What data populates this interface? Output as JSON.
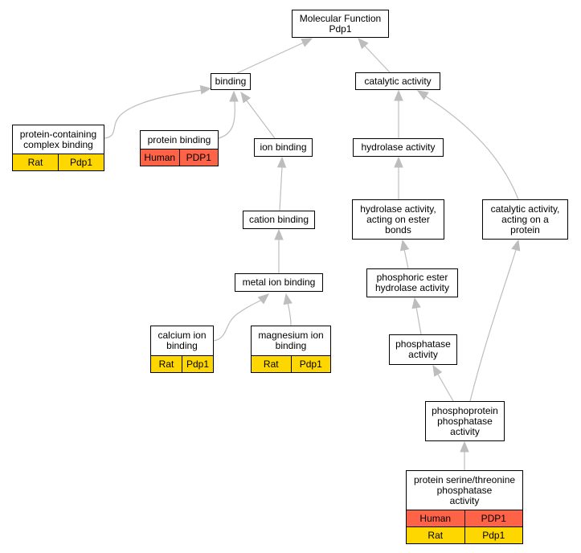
{
  "palette": {
    "human": "#ff6347",
    "rat": "#ffd700",
    "edge": "#bdbdbd"
  },
  "nodes": {
    "root": {
      "label": "Molecular Function\nPdp1",
      "annotations": []
    },
    "binding": {
      "label": "binding",
      "annotations": []
    },
    "catalytic": {
      "label": "catalytic activity",
      "annotations": []
    },
    "complex_binding": {
      "label": "protein-containing\ncomplex binding",
      "annotations": [
        {
          "species": "Rat",
          "gene": "Pdp1"
        }
      ]
    },
    "protein_binding": {
      "label": "protein binding",
      "annotations": [
        {
          "species": "Human",
          "gene": "PDP1"
        }
      ]
    },
    "ion_binding": {
      "label": "ion binding",
      "annotations": []
    },
    "hydrolase": {
      "label": "hydrolase activity",
      "annotations": []
    },
    "cation_binding": {
      "label": "cation binding",
      "annotations": []
    },
    "hydrolase_ester": {
      "label": "hydrolase activity,\nacting on ester\nbonds",
      "annotations": []
    },
    "catalytic_protein": {
      "label": "catalytic activity,\nacting on a\nprotein",
      "annotations": []
    },
    "metal_ion": {
      "label": "metal ion binding",
      "annotations": []
    },
    "phosphoric": {
      "label": "phosphoric ester\nhydrolase activity",
      "annotations": []
    },
    "calcium": {
      "label": "calcium ion\nbinding",
      "annotations": [
        {
          "species": "Rat",
          "gene": "Pdp1"
        }
      ]
    },
    "magnesium": {
      "label": "magnesium ion\nbinding",
      "annotations": [
        {
          "species": "Rat",
          "gene": "Pdp1"
        }
      ]
    },
    "phosphatase": {
      "label": "phosphatase\nactivity",
      "annotations": []
    },
    "phosphoprotein": {
      "label": "phosphoprotein\nphosphatase\nactivity",
      "annotations": []
    },
    "ser_thr": {
      "label": "protein serine/threonine\nphosphatase\nactivity",
      "annotations": [
        {
          "species": "Human",
          "gene": "PDP1"
        },
        {
          "species": "Rat",
          "gene": "Pdp1"
        }
      ]
    }
  },
  "edges": [
    {
      "from": "binding",
      "to": "root"
    },
    {
      "from": "catalytic",
      "to": "root"
    },
    {
      "from": "complex_binding",
      "to": "binding"
    },
    {
      "from": "protein_binding",
      "to": "binding"
    },
    {
      "from": "ion_binding",
      "to": "binding"
    },
    {
      "from": "hydrolase",
      "to": "catalytic"
    },
    {
      "from": "catalytic_protein",
      "to": "catalytic"
    },
    {
      "from": "cation_binding",
      "to": "ion_binding"
    },
    {
      "from": "hydrolase_ester",
      "to": "hydrolase"
    },
    {
      "from": "metal_ion",
      "to": "cation_binding"
    },
    {
      "from": "phosphoric",
      "to": "hydrolase_ester"
    },
    {
      "from": "calcium",
      "to": "metal_ion"
    },
    {
      "from": "magnesium",
      "to": "metal_ion"
    },
    {
      "from": "phosphatase",
      "to": "phosphoric"
    },
    {
      "from": "phosphoprotein",
      "to": "phosphatase"
    },
    {
      "from": "phosphoprotein",
      "to": "catalytic_protein"
    },
    {
      "from": "ser_thr",
      "to": "phosphoprotein"
    }
  ]
}
